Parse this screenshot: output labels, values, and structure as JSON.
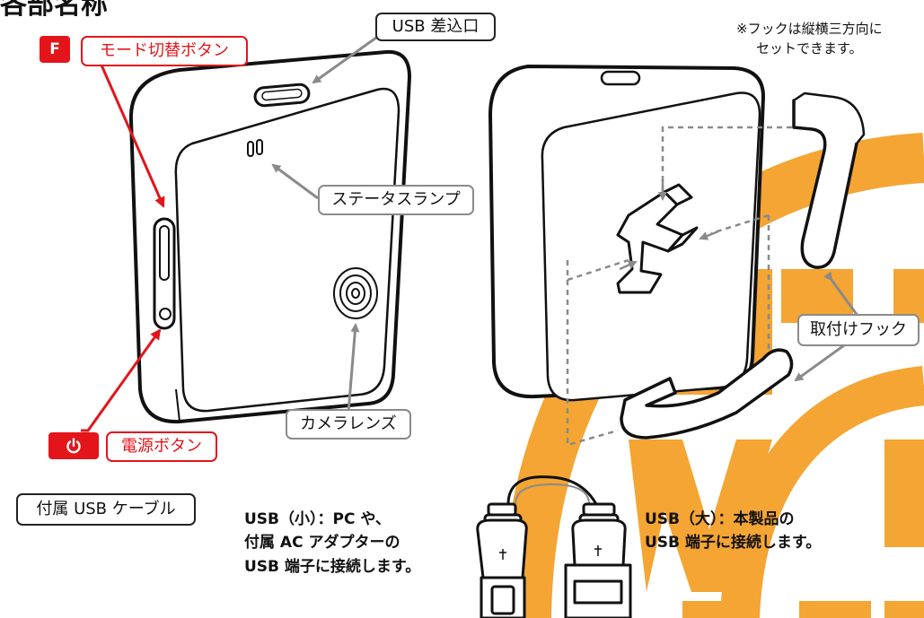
{
  "heading": "各部名称",
  "labels": {
    "mode_key": "F",
    "mode_button": "モード切替ボタン",
    "usb_port": "USB 差込口",
    "status_lamp": "ステータスランプ",
    "camera_lens": "カメラレンズ",
    "power_button": "電源ボタン",
    "included_cable": "付属 USB ケーブル",
    "hook": "取付けフック"
  },
  "notes": {
    "hook_orientation_line1": "※フックは縦横三方向に",
    "hook_orientation_line2": "セットできます。",
    "usb_small_line1": "USB（小）：PC や、",
    "usb_small_line2": "付属 AC アダプターの",
    "usb_small_line3": "USB 端子に接続します。",
    "usb_large_line1": "USB（大）：本製品の",
    "usb_large_line2": "USB 端子に接続します。"
  },
  "colors": {
    "accent_red": "#e3151b",
    "watermark_orange": "#f4a533",
    "leader_grey": "#8a8a8a",
    "outline": "#111111"
  }
}
